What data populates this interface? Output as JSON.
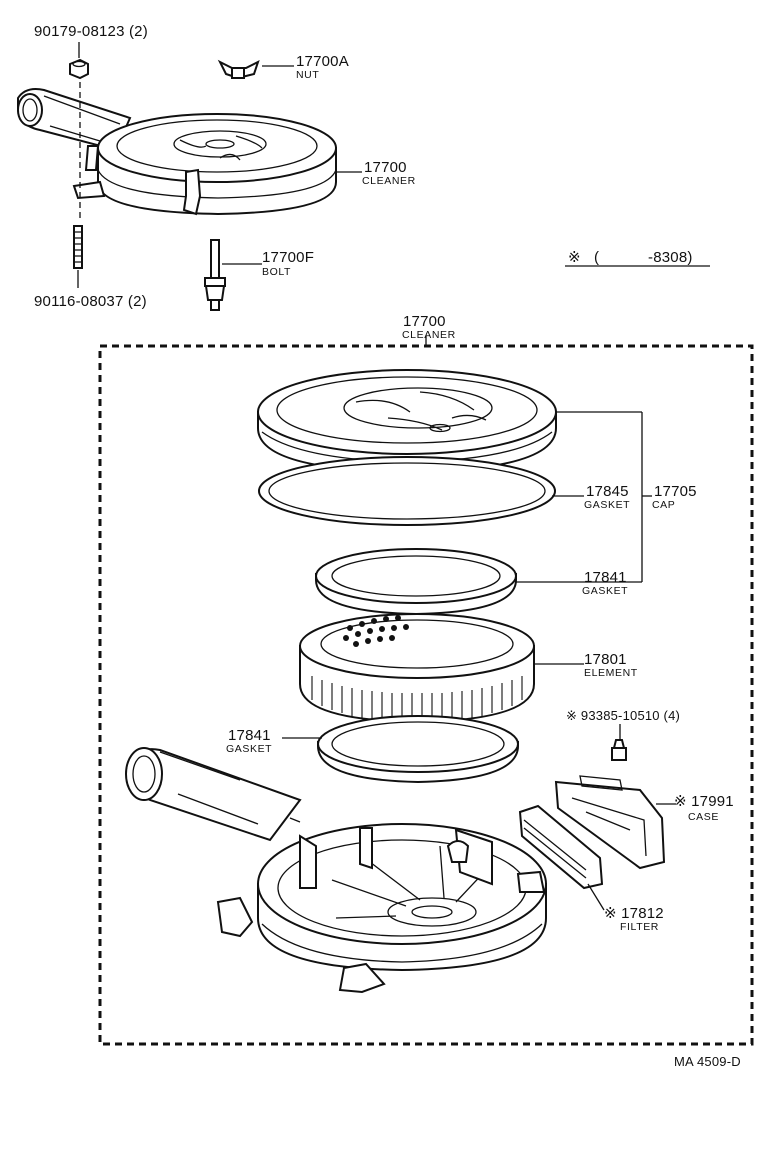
{
  "labels": {
    "nut_top": {
      "number": "90179-08123 (2)"
    },
    "wing_nut": {
      "number": "17700A",
      "name": "NUT"
    },
    "cleaner_top": {
      "number": "17700",
      "name": "CLEANER"
    },
    "bolt": {
      "number": "17700F",
      "name": "BOLT"
    },
    "stud": {
      "number": "90116-08037 (2)"
    },
    "note": {
      "symbol": "※",
      "open": "(",
      "range": "-8308)"
    },
    "cleaner_box": {
      "number": "17700",
      "name": "CLEANER"
    },
    "gasket_upper": {
      "number": "17845",
      "name": "GASKET"
    },
    "cap": {
      "number": "17705",
      "name": "CAP"
    },
    "gasket_mid": {
      "number": "17841",
      "name": "GASKET"
    },
    "element": {
      "number": "17801",
      "name": "ELEMENT"
    },
    "gasket_low": {
      "number": "17841",
      "name": "GASKET"
    },
    "screw": {
      "number": "※ 93385-10510 (4)"
    },
    "case": {
      "number": "※ 17991",
      "name": "CASE"
    },
    "filter": {
      "number": "※ 17812",
      "name": "FILTER"
    },
    "ref": {
      "code": "MA 4509-D"
    }
  }
}
